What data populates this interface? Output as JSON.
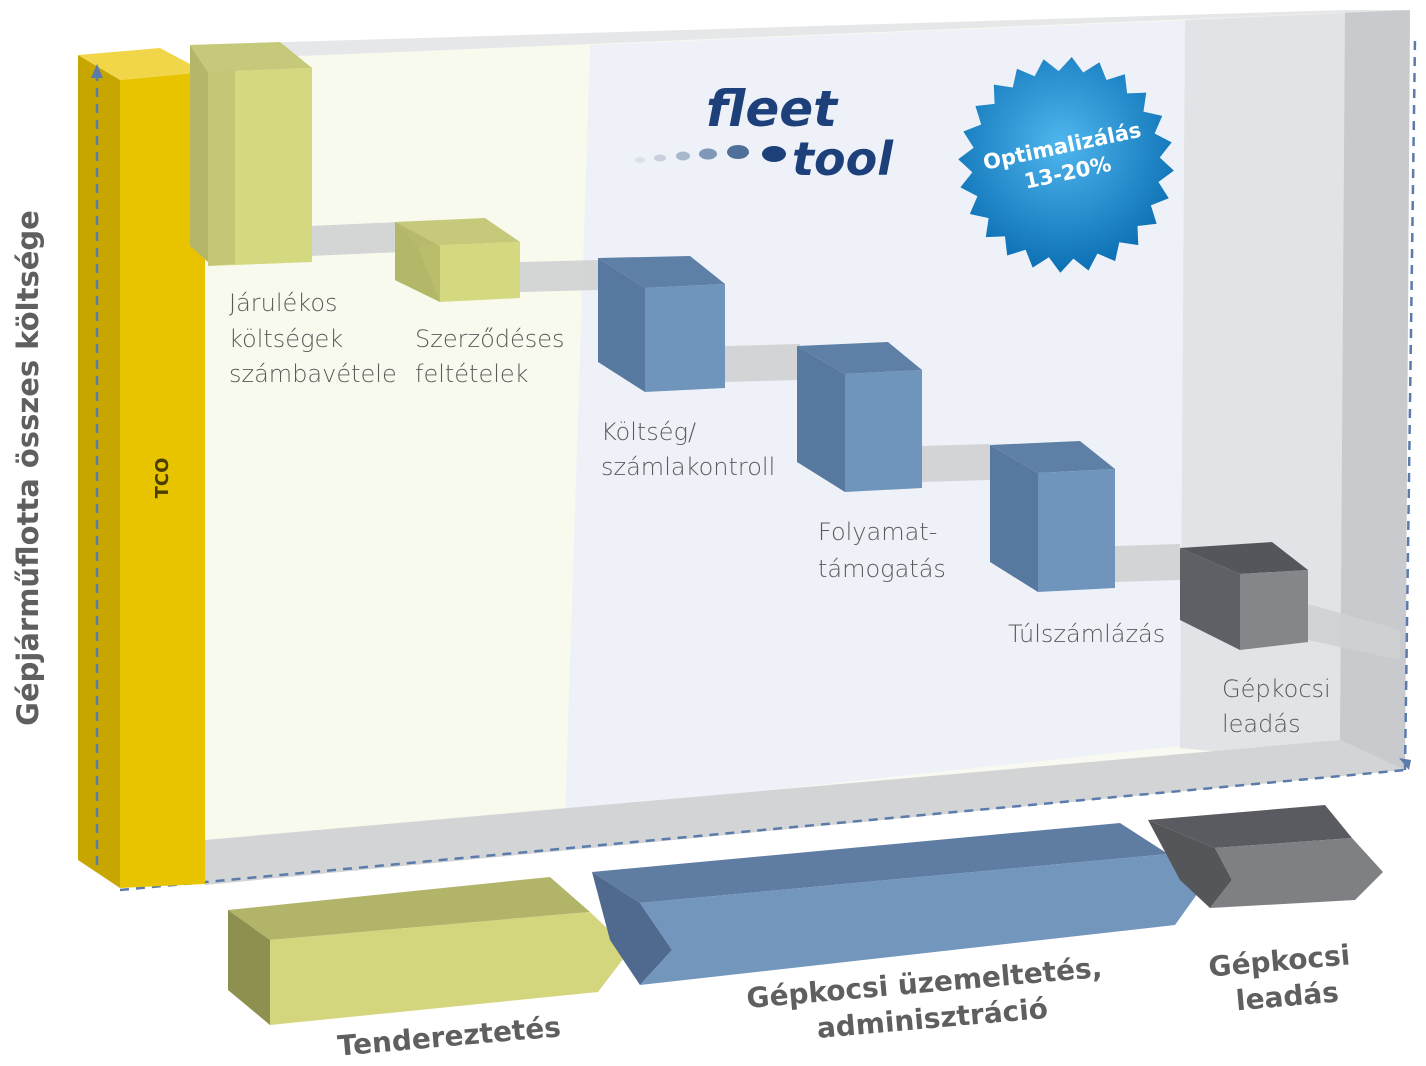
{
  "y_axis_label": "Gépjárműflotta összes költsége",
  "tco_label": "TCO",
  "logo": {
    "top": "fleet",
    "bottom": "tool"
  },
  "badge": {
    "line1": "Optimalizálás",
    "line2": "13-20%"
  },
  "steps": [
    {
      "lines": [
        "Járulékos",
        "költségek",
        "számbavétele"
      ],
      "phase": "tender"
    },
    {
      "lines": [
        "Szerződéses",
        "feltételek"
      ],
      "phase": "tender"
    },
    {
      "lines": [
        "Költség/",
        "számlakontroll"
      ],
      "phase": "operation"
    },
    {
      "lines": [
        "Folyamat-",
        "támogatás"
      ],
      "phase": "operation"
    },
    {
      "lines": [
        "Túlszámlázás"
      ],
      "phase": "operation"
    },
    {
      "lines": [
        "Gépkocsi",
        "leadás"
      ],
      "phase": "return"
    }
  ],
  "phases": {
    "tender": "Tendereztetés",
    "operation": [
      "Gépkocsi üzemeltetés,",
      "adminisztráció"
    ],
    "return": [
      "Gépkocsi",
      "leadás"
    ]
  },
  "colors": {
    "yellow": "#E8C400",
    "olive": "#D6D97E",
    "blue": "#6F92B8",
    "gray": "#7E7F83",
    "badge": "#1E8FD0"
  }
}
